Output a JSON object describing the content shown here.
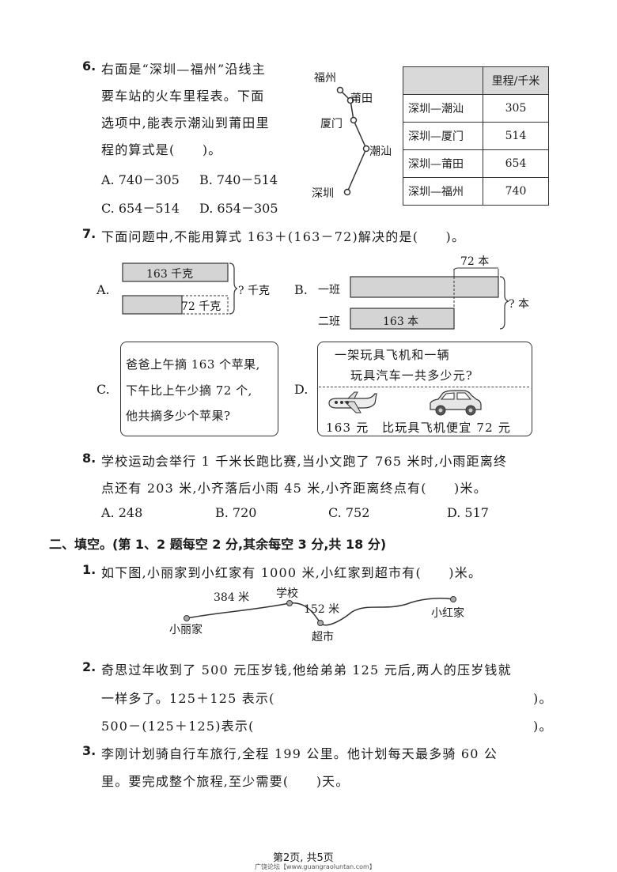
{
  "q6": {
    "num": "6.",
    "lines": [
      "右面是“深圳—福州”沿线主",
      "要车站的火车里程表。下面",
      "选项中,能表示潮汕到莆田里",
      "程的算式是(　　)。"
    ],
    "options": {
      "A": "A. 740－305",
      "B": "B. 740－514",
      "C": "C. 654－514",
      "D": "D. 654－305"
    },
    "stations": [
      "福州",
      "莆田",
      "厦门",
      "潮汕",
      "深圳"
    ],
    "table": {
      "header": "里程/千米",
      "rows": [
        {
          "route": "深圳—潮汕",
          "km": "305"
        },
        {
          "route": "深圳—厦门",
          "km": "514"
        },
        {
          "route": "深圳—莆田",
          "km": "654"
        },
        {
          "route": "深圳—福州",
          "km": "740"
        }
      ]
    }
  },
  "q7": {
    "num": "7.",
    "text": "下面问题中,不能用算式 163＋(163－72)解决的是(　　)。",
    "A": {
      "label": "A.",
      "bar1": "163 千克",
      "bar2": "72 千克",
      "question": "? 千克"
    },
    "B": {
      "label": "B.",
      "top": "72 本",
      "class1": "一班",
      "class2": "二班",
      "bar2": "163 本",
      "question": "? 本"
    },
    "C": {
      "label": "C.",
      "lines": [
        "爸爸上午摘 163 个苹果,",
        "下午比上午少摘 72 个,",
        "他共摘多少个苹果?"
      ]
    },
    "D": {
      "label": "D.",
      "lines": [
        "一架玩具飞机和一辆",
        "玩具汽车一共多少元?"
      ],
      "price": "163 元",
      "note": "比玩具飞机便宜 72 元"
    }
  },
  "q8": {
    "num": "8.",
    "lines": [
      "学校运动会举行 1 千米长跑比赛,当小文跑了 765 米时,小雨距离终",
      "点还有 203 米,小齐落后小雨 45 米,小齐距离终点有(　　)米。"
    ],
    "options": {
      "A": "A. 248",
      "B": "B. 720",
      "C": "C. 752",
      "D": "D. 517"
    }
  },
  "section2": {
    "title": "二、填空。(第 1、2 题每空 2 分,其余每空 3 分,共 18 分)"
  },
  "f1": {
    "num": "1.",
    "text": "如下图,小丽家到小红家有 1000 米,小红家到超市有(　　)米。",
    "labels": {
      "d1": "384 米",
      "school": "学校",
      "d2": "152 米",
      "xiaoli": "小丽家",
      "market": "超市",
      "xiaohong": "小红家"
    }
  },
  "f2": {
    "num": "2.",
    "line1": "奇思过年收到了 500 元压岁钱,他给弟弟 125 元后,两人的压岁钱就",
    "line2a": "一样多了。125＋125 表示(",
    "line2b": ")。",
    "line3a": "500－(125＋125)表示(",
    "line3b": ")。"
  },
  "f3": {
    "num": "3.",
    "line1": "李刚计划骑自行车旅行,全程 199 公里。他计划每天最多骑 60 公",
    "line2": "里。要完成整个旅程,至少需要(　　)天。"
  },
  "footer": {
    "page": "第2页, 共5页",
    "watermark": "广饶论坛【www.guangraoluntan.com】"
  }
}
